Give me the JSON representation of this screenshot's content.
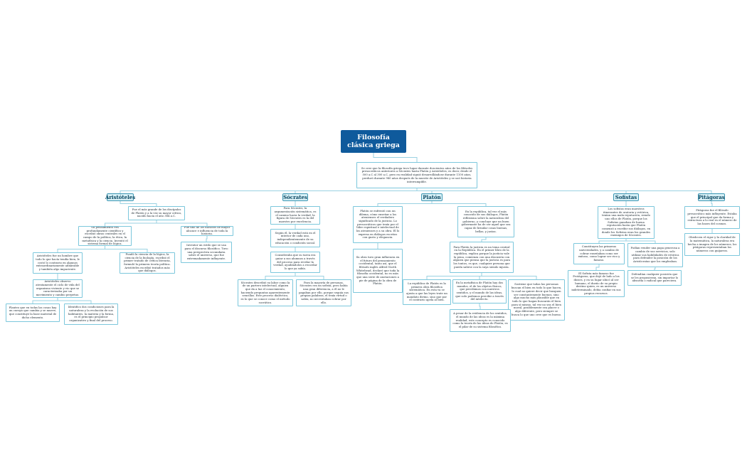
{
  "central": "Filosofía clásica griega",
  "intro": "Se cree que la filosofía griega tuvo lugar durante doscientos años de los filósofos presocráticos anteriores a Sócrates hasta Platón y Aristóteles, es decir, desde el 500 a.C al 300 a.C, pero en realidad siguió desarrollándose durante 1100 años, perduró durante 980 años después de la muerte de Aristóteles y se usó historia interrumpible.",
  "branches": {
    "aristoteles": {
      "title": "Aristóteles",
      "n1": "Fue el más grande de los discípulos de Platón y a la vez su mayor crítico, nacido hacia el año 384 a.C.",
      "n2": "Su pensamiento era profundamente científico y escribió obras centrales en el campo de la política, la ética, la metafísica y la ciencia. Inventó el sistema formal de lógica.",
      "n3": "Aristóteles fue un hombre que todo lo que hacía tendía bien, le costó lo contrario en algunos extraordinariamente admirable y también algo impaciente.",
      "n4": "Fundó la ciencia de la lógica, la ciencia de la biología, escribió el primer tratado de crítica literaria, formuló la primera teoría política. Aristóteles escribió tratados más que diálogos.",
      "n5": "Fue uno de los filósofos de mayor alcance e influencia de toda la historia.",
      "n6": "Inventor un estilo que se usa para el discurso filosófico. Tuvo una perspectiva secundaria sobre el universo, que fue extremadamente influyente.",
      "n7": "Aristóteles observo atentamente el ciclo de vida del organismo viviente y vio que se caracterizaba por un movimiento y cambio perpetuo.",
      "n8": "Planteo que en todas las cosas hay un cuerpo que cambia y se mueve, que constituye la base material de dicho elemento.",
      "n9": "Identifico dos condiciones para la naturaleza y la evolución de sus habitantes, la materia y la forma, es el principio propulsor organizativo y final del proceso."
    },
    "socrates": {
      "title": "Sócrates",
      "n1": "Para Sócrates, la argumentación sistemática, es el camino hacia la verdad, la figura de Sócrates es la del maestro por excelencia.",
      "n2": "Según él, la verdad está en el interior de cada uno, independientemente de su educación o condición social.",
      "n3": "Consideraba que su tarea era guiar a sus alumnos a través del proceso para revelar la verdad, ayudándolos a recordar lo que ya sabía.",
      "n4": "Sócrates describió su labor como la de un partero intelectual, alguien que da a luz el conocimiento, haciendo preguntas aparentemente sencillas. Este proceso dialéctico, es lo que se conoce como el método socrático.",
      "n5": "Para la mayoría de personas, Sócrates era un sofista, pero había una gran diferencia, a él no le pagaban por ello, porque seguía sus propias palabras, el tenía virtud o sabía, no necesitaban cobrar por ello."
    },
    "platon": {
      "title": "Platón",
      "n1": "Platón se enfrentó con un dilema, cómo enseñar a los atenienses el verdadero significado de la justicia. Lo presocráticos que tenía por el líder espiritual e intelectual de los atenienses y a su obra. El lo expresa en diálogos escritos con gusto y elegancia.",
      "n2": "Su obra tuvo gran influencia en el futuro del pensamiento occidental, tanto así, que el filósofo inglés Alfred North Whitehead, declaró que toda la filosofía occidental, no es más que una serie de anotaciones a pie de página de la obra de Platón.",
      "n3": "En la república, tal vez el más conocido de sus diálogos, Platón reflexiona sobre la naturaleza del gobierno, y concluye que un buen gobernante ha de ser aquel que sea capaz de brindar cosas buenas, bellas, y justas.",
      "n4": "Para Platón la justicia es un tema central en la República. En el primer libro de la república, explica porque la justicia vale la pena, comienza con una discusión con alguien que piensa que la justicia es para los tontos, es que, cualquier persona que pueda salirse con la suya siendo injusta.",
      "n5": "La república de Platón es la primera obra filosófica sistemática. En esta va se ajusta a que las leyes trate un mandato divino, sino que por el contrario apela al bien.",
      "n6": "En la metafísica de Platón hay dos mundos, el de los objetos físicos, que percibimos con nuestros sentidos, y el mundo de las ideas, que solo podemos percibir a través del intelecto.",
      "n7": "Sostiene que todas las personas buscan el bien en todo lo que hacen, lo cual no quiere decir que busquen ser constantemente buenos, sino algo mucho más plausible que en todo lo que hagan buscarán el bien para sí mismo, tal vez no sea el bien moral, posiblemente sea placer o algo diferente, pero siempre se busca lo que uno cree que es bueno.",
      "n8": "A pesar de la evidencia de los sentidos, el mundo de las ideas es la máxima realidad, este concepto es conocido como la teoría de las ideas de Platón, es el pilar de su sistema filosófico."
    },
    "sofistas": {
      "title": "Sofistas",
      "n1": "Los sofistas eran maestros itinerantes de oratoria y retórica, tenían una mala reputación, siendo uno ellos de Platón, porque los Sofistas ganaban de buena reputación hasta que Platón comenzó a escribir sus diálogos, en donde los Sofistas eran los grandes enemigos de Sócrates.",
      "n2": "Constituyen las primeras universidades, y a cambio de cobrar enseñaban como ser exitoso, como lograr ser rico y famoso.",
      "n3": "Podían vender una papa generosa a cambio de sus servicios, solo utilizar sus habilidades de retórica para defender la posición de los Aristócratas que los empleaban.",
      "n4": "El Sofista más famoso fue Protágoras, que dejó de lado a los dioses, y en su lugar ubicó al ser humano, el dueño de su propio destino quien, es un universo indeterminado, debía confiar en sus propios recursos.",
      "n5": "Defendían cualquier posición que se les propusieran, sin importar lo absurda o radical que pareciera."
    },
    "pitagoras": {
      "title": "Pitágoras",
      "n1": "Pitágoras fue el filósofo presocrático más influyente. Estaba que el principal que da forma y estructura a lo real es el número de las bases del cosmos.",
      "n2": "Obedecen el rigor y la claridad de la matemática, la naturaleza era hecha a imagen de los números, los pitágoras representaban los números con guijarros."
    }
  }
}
